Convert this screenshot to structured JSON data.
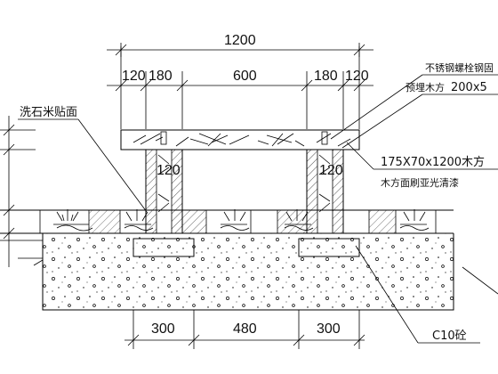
{
  "dimensions_top": {
    "overall": "1200",
    "segments": [
      "120",
      "180",
      "600",
      "180",
      "120"
    ]
  },
  "dimensions_bottom": {
    "segments": [
      "300",
      "480",
      "300"
    ]
  },
  "inner_labels": {
    "post_left": "120",
    "post_right": "120"
  },
  "annotations": {
    "left_surface": "洗石米贴面",
    "bolt": "不锈钢螺栓钢固",
    "embedded_wood": "预埋木方",
    "embedded_wood_size": "200x5",
    "timber_size": "175X70x1200木方",
    "timber_finish": "木方面刷亚光清漆",
    "concrete": "C10砼"
  },
  "colors": {
    "line": "#000000",
    "background": "#ffffff"
  }
}
